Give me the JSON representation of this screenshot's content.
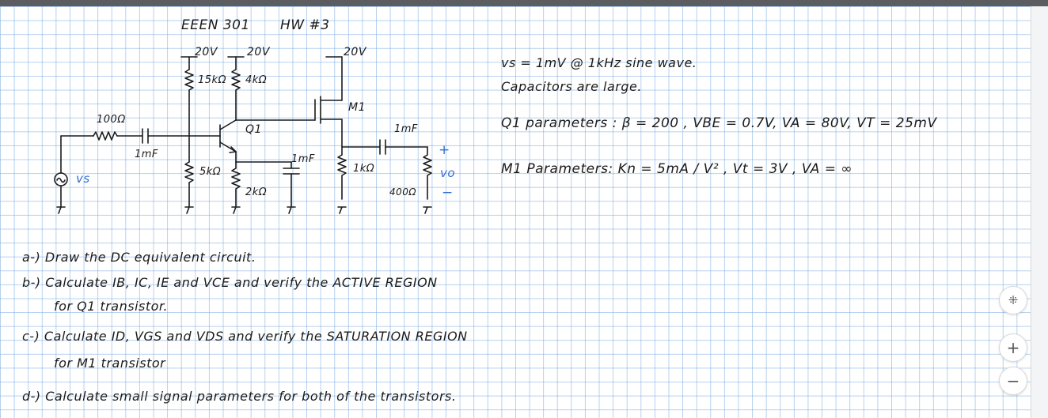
{
  "header": {
    "title": "EEEN 301",
    "hw": "HW #3"
  },
  "circuit": {
    "supply_left": "20V",
    "supply_mid": "20V",
    "supply_right": "20V",
    "r_15k": "15kΩ",
    "r_4k": "4kΩ",
    "r_100": "100Ω",
    "c_in": "1mF",
    "q1": "Q1",
    "m1": "M1",
    "c_out": "1mF",
    "r_5k": "5kΩ",
    "c_emitter": "1mF",
    "r_2k": "2kΩ",
    "r_1k": "1kΩ",
    "r_load": "400Ω",
    "vs_label": "vs",
    "vo_label": "vo",
    "plus": "+",
    "minus": "−"
  },
  "given": {
    "line1": "vs = 1mV @ 1kHz sine wave.",
    "line2": "Capacitors are large.",
    "line3": "Q1 parameters : β = 200 , VBE = 0.7V, VA = 80V, VT = 25mV",
    "line4_a": "M1 Parameters: Kn = 5mA / V² , Vt = 3V , VA = ∞",
    "kn_den": "V²"
  },
  "questions": {
    "a": "a-) Draw the DC equivalent circuit.",
    "b1": "b-) Calculate IB, IC, IE and VCE and verify the ACTIVE REGION",
    "b2": "for Q1 transistor.",
    "c1": "c-) Calculate ID, VGS and VDS and verify the SATURATION REGION",
    "c2": "for M1 transistor",
    "d": "d-) Calculate small signal parameters for both of the transistors."
  },
  "controls": {
    "fit": "⁜",
    "zoom_in": "+",
    "zoom_out": "−"
  },
  "colors": {
    "ink": "#1b1b1b",
    "blue_ink": "#2f6fd6",
    "grid": "#78aae1"
  }
}
